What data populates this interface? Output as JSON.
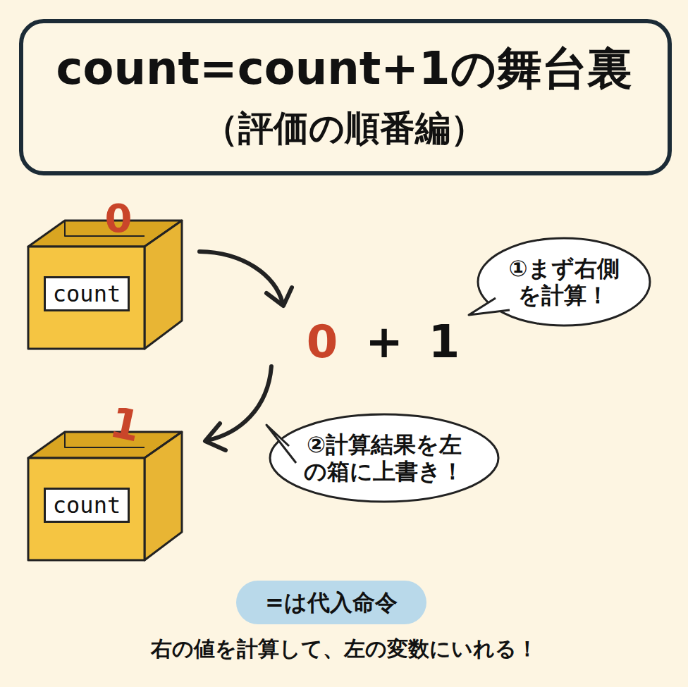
{
  "diagram": {
    "title": "count=count+1の舞台裏",
    "caption": "右の値を計算して、左の変数にいれる！",
    "nodes": [
      {
        "text": [
          "count"
        ]
      },
      {
        "text": [
          "①まず右側を計算！"
        ]
      },
      {
        "text": [
          "②計算結果を左の箱に上書き！"
        ]
      },
      {
        "text": [
          "count"
        ]
      },
      {
        "text": [
          "=は代入命令"
        ]
      }
    ],
    "labels": [
      "（評価の順番編）",
      "0",
      "0",
      "+",
      "1",
      "1"
    ]
  }
}
